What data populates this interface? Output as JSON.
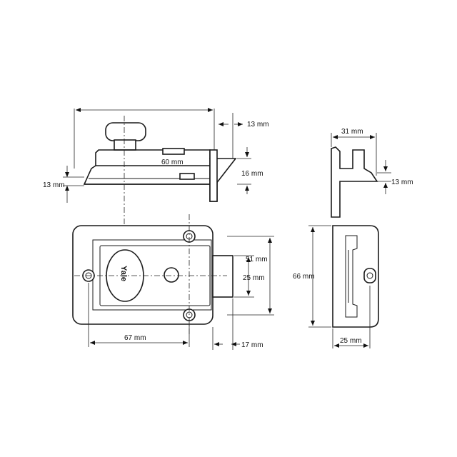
{
  "dimensions": {
    "overall_width": "60 mm",
    "bolt_projection_top": "13 mm",
    "bolt_height": "16 mm",
    "body_thickness": "13 mm",
    "keep_width": "31 mm",
    "keep_depth": "13 mm",
    "bolt_spacing_outer": "51 mm",
    "bolt_spacing_inner": "25 mm",
    "case_width": "67 mm",
    "bolt_offset": "17 mm",
    "keep_height": "66 mm",
    "keep_face_width": "25 mm"
  },
  "brand": "Yale",
  "arrow_marker": "arrowhead-icon"
}
